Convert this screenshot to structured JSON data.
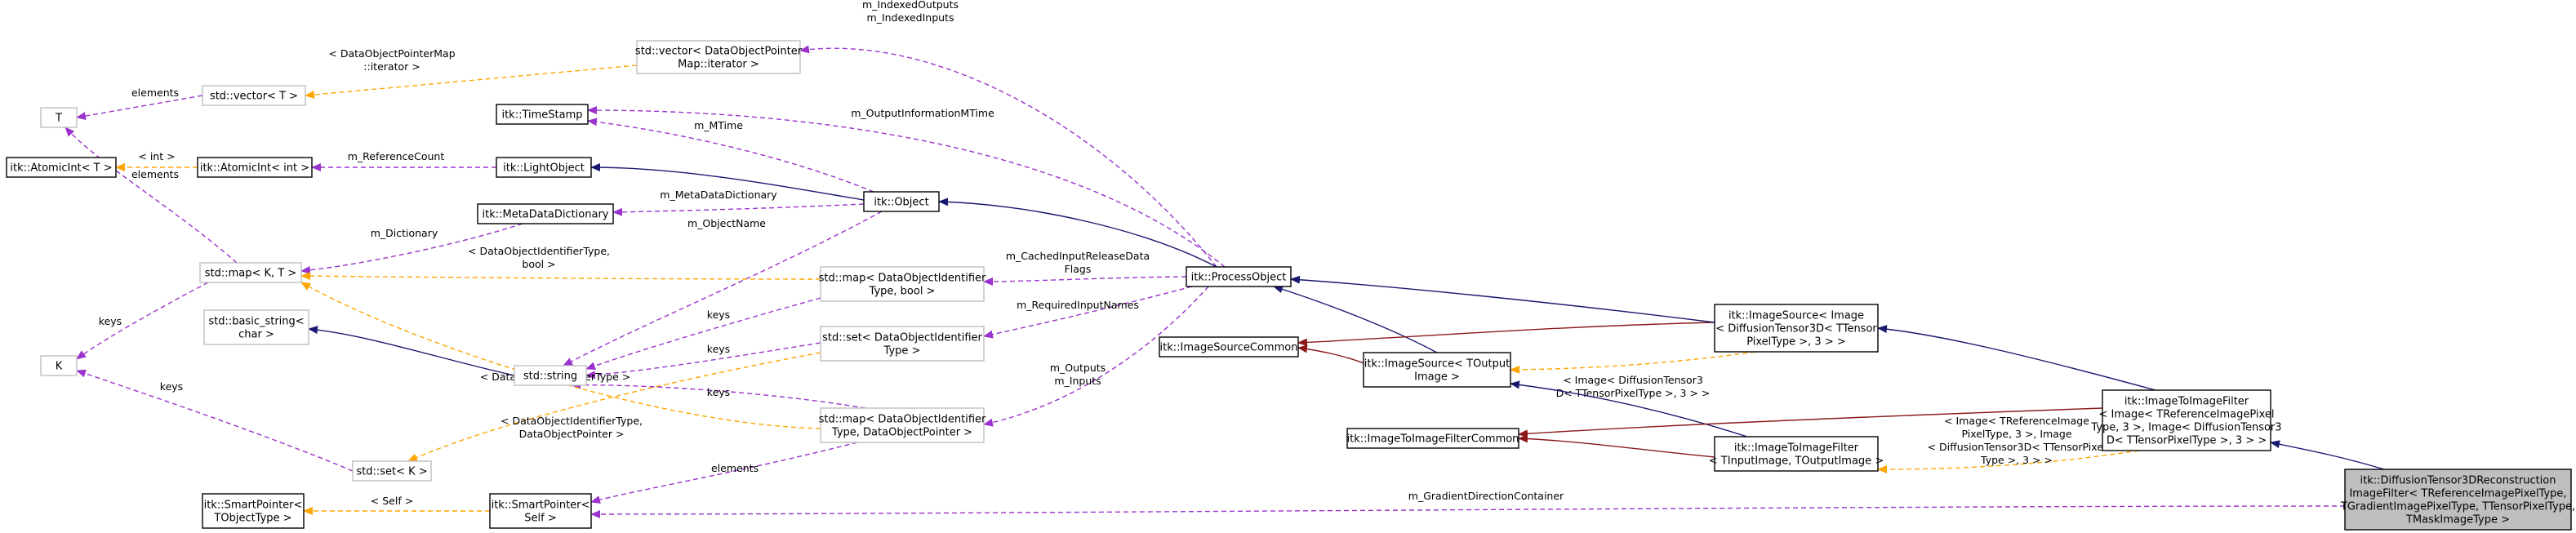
{
  "nodes": {
    "vector_iter": [
      "std::vector< DataObjectPointer",
      "Map::iterator >"
    ],
    "vector_t": [
      "std::vector< T >"
    ],
    "t": [
      "T"
    ],
    "atomic_t": [
      "itk::AtomicInt< T >"
    ],
    "atomic_int": [
      "itk::AtomicInt< int >"
    ],
    "timestamp": [
      "itk::TimeStamp"
    ],
    "lightobject": [
      "itk::LightObject"
    ],
    "metadict": [
      "itk::MetaDataDictionary"
    ],
    "object": [
      "itk::Object"
    ],
    "map_kt": [
      "std::map< K, T >"
    ],
    "basic_string": [
      "std::basic_string<",
      "char >"
    ],
    "string": [
      "std::string"
    ],
    "k": [
      "K"
    ],
    "map_bool": [
      "std::map< DataObjectIdentifier",
      "Type, bool >"
    ],
    "set_doit": [
      "std::set< DataObjectIdentifier",
      "Type >"
    ],
    "map_ptr": [
      "std::map< DataObjectIdentifier",
      "Type, DataObjectPointer >"
    ],
    "set_k": [
      "std::set< K >"
    ],
    "smartptr_t": [
      "itk::SmartPointer<",
      "TObjectType >"
    ],
    "smartptr_self": [
      "itk::SmartPointer<",
      "Self >"
    ],
    "processobject": [
      "itk::ProcessObject"
    ],
    "imagesourcecommon": [
      "itk::ImageSourceCommon"
    ],
    "imagesource_t": [
      "itk::ImageSource< TOutput",
      "Image >"
    ],
    "imagesource_dt": [
      "itk::ImageSource< Image",
      "< DiffusionTensor3D< TTensor",
      "PixelType >, 3 > >"
    ],
    "itifc": [
      "itk::ImageToImageFilterCommon"
    ],
    "itif_t": [
      "itk::ImageToImageFilter",
      "< TInputImage, TOutputImage >"
    ],
    "itif_dt": [
      "itk::ImageToImageFilter",
      "< Image< TReferenceImagePixel",
      "Type, 3 >, Image< DiffusionTensor3",
      "D< TTensorPixelType >, 3 > >"
    ],
    "dt3d": [
      "itk::DiffusionTensor3DReconstruction",
      "ImageFilter< TReferenceImagePixelType,",
      "TGradientImagePixelType, TTensorPixelType,",
      "TMaskImageType >"
    ]
  },
  "edge_labels": {
    "indexed": [
      "m_IndexedOutputs",
      "m_IndexedInputs"
    ],
    "dopm_iter": [
      "< DataObjectPointerMap",
      "::iterator >"
    ],
    "elements1": [
      "elements"
    ],
    "elements2": [
      "elements"
    ],
    "elements3": [
      "elements"
    ],
    "int": [
      "< int >"
    ],
    "refcount": [
      "m_ReferenceCount"
    ],
    "outputinfo": [
      "m_OutputInformationMTime"
    ],
    "mtime": [
      "m_MTime"
    ],
    "metadict": [
      "m_MetaDataDictionary"
    ],
    "dictionary": [
      "m_Dictionary"
    ],
    "objectname": [
      "m_ObjectName"
    ],
    "cached": [
      "m_CachedInputReleaseData",
      "Flags"
    ],
    "doit_bool": [
      "< DataObjectIdentifierType,",
      "bool >"
    ],
    "keys_map": [
      "keys"
    ],
    "keys1": [
      "keys"
    ],
    "keys2": [
      "keys"
    ],
    "keys3": [
      "keys"
    ],
    "keys_k": [
      "keys"
    ],
    "required": [
      "m_RequiredInputNames"
    ],
    "outputs": [
      "m_Outputs",
      "m_Inputs"
    ],
    "doit": [
      "< DataObjectIdentifierType >"
    ],
    "doit_ptr": [
      "< DataObjectIdentifierType,",
      "DataObjectPointer >"
    ],
    "self": [
      "< Self >"
    ],
    "img_dt": [
      "< Image< DiffusionTensor3",
      "D< TTensorPixelType >, 3 > >"
    ],
    "img_ref": [
      "< Image< TReferenceImage",
      "PixelType, 3 >, Image",
      "< DiffusionTensor3D< TTensorPixel",
      "Type >, 3 > >"
    ],
    "gradient": [
      "m_GradientDirectionContainer"
    ]
  },
  "colors": {
    "inheritance": "#191970",
    "protected_inheritance": "#8b1a1a",
    "usage": "#9a32cd",
    "template": "#ffa500",
    "focus_fill": "#bfbfbf",
    "grey_border": "#bfbfbf"
  }
}
